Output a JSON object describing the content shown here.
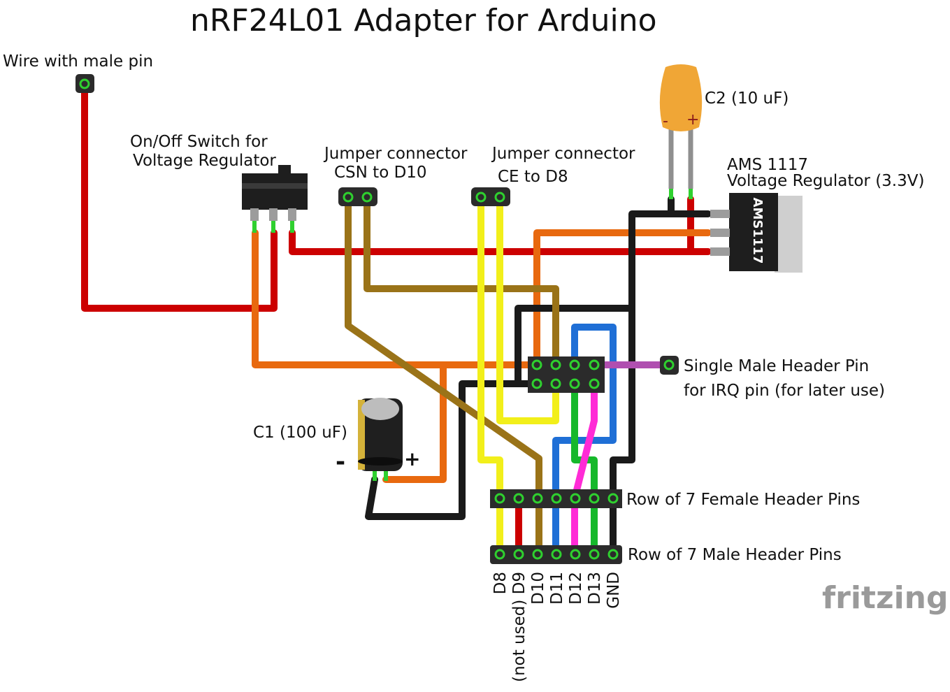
{
  "title": "nRF24L01 Adapter for Arduino",
  "labels": {
    "wire_pin": "Wire with male pin",
    "switch_line1": "On/Off Switch for",
    "switch_line2": "Voltage Regulator",
    "jumper_csn_line1": "Jumper connector",
    "jumper_csn_line2": "CSN to D10",
    "jumper_ce_line1": "Jumper connector",
    "jumper_ce_line2": "CE to D8",
    "c2": "C2 (10 uF)",
    "regulator_line1": "AMS 1117",
    "regulator_line2": "Voltage Regulator (3.3V)",
    "regulator_chip": "AMS1117",
    "irq_line1": "Single Male Header Pin",
    "irq_line2": "for IRQ pin (for later use)",
    "c1": "C1 (100 uF)",
    "c1_minus": "-",
    "c1_plus": "+",
    "c2_minus": "-",
    "c2_plus": "+",
    "female_row": "Row of 7 Female Header Pins",
    "male_row": "Row of 7 Male Header Pins"
  },
  "pins": [
    {
      "label": "D8"
    },
    {
      "label": "(not used) D9"
    },
    {
      "label": "D10"
    },
    {
      "label": "D11"
    },
    {
      "label": "D12"
    },
    {
      "label": "D13"
    },
    {
      "label": "GND"
    }
  ],
  "wire_colors": {
    "power": "#cc0000",
    "ground": "#1a1a1a",
    "regulated": "#e8690f",
    "csn": "#9a7318",
    "ce": "#f2ef1a",
    "mosi": "#1f6fd6",
    "sck": "#ff2bd6",
    "miso": "#16b82b",
    "irq": "#b04fb0"
  },
  "logo": "fritzing"
}
